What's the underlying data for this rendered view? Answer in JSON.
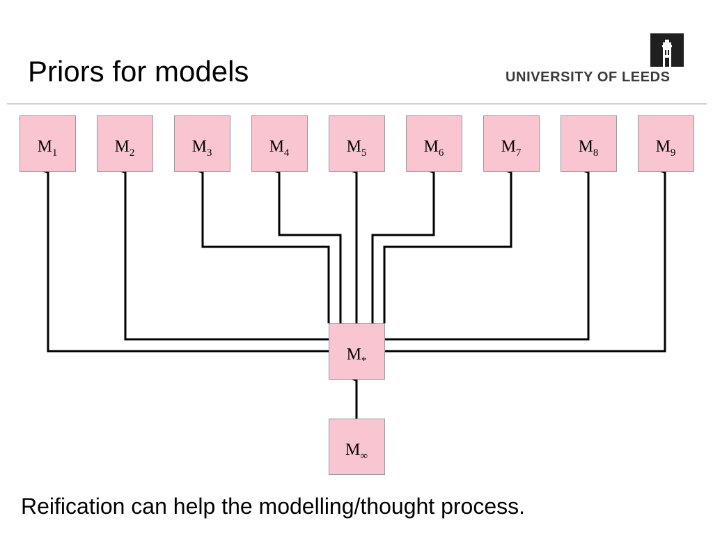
{
  "slide": {
    "title": "Priors for models",
    "logo_text": "UNIVERSITY OF LEEDS",
    "caption": "Reification can help the modelling/thought process."
  },
  "diagram": {
    "box_fill": "#f9c5d0",
    "box_stroke": "#999999",
    "edge_color": "#000000",
    "models": [
      {
        "base": "M",
        "sub": "1"
      },
      {
        "base": "M",
        "sub": "2"
      },
      {
        "base": "M",
        "sub": "3"
      },
      {
        "base": "M",
        "sub": "4"
      },
      {
        "base": "M",
        "sub": "5"
      },
      {
        "base": "M",
        "sub": "6"
      },
      {
        "base": "M",
        "sub": "7"
      },
      {
        "base": "M",
        "sub": "8"
      },
      {
        "base": "M",
        "sub": "9"
      }
    ],
    "star": {
      "base": "M",
      "sub": "*"
    },
    "infinity": {
      "base": "M",
      "sub": "∞"
    },
    "edges": [
      {
        "from": "infinity",
        "to": "star"
      },
      {
        "from": "star",
        "to": "m1"
      },
      {
        "from": "star",
        "to": "m2"
      },
      {
        "from": "star",
        "to": "m3"
      },
      {
        "from": "star",
        "to": "m4"
      },
      {
        "from": "star",
        "to": "m5"
      },
      {
        "from": "star",
        "to": "m6"
      },
      {
        "from": "star",
        "to": "m7"
      },
      {
        "from": "star",
        "to": "m8"
      },
      {
        "from": "star",
        "to": "m9"
      }
    ]
  }
}
